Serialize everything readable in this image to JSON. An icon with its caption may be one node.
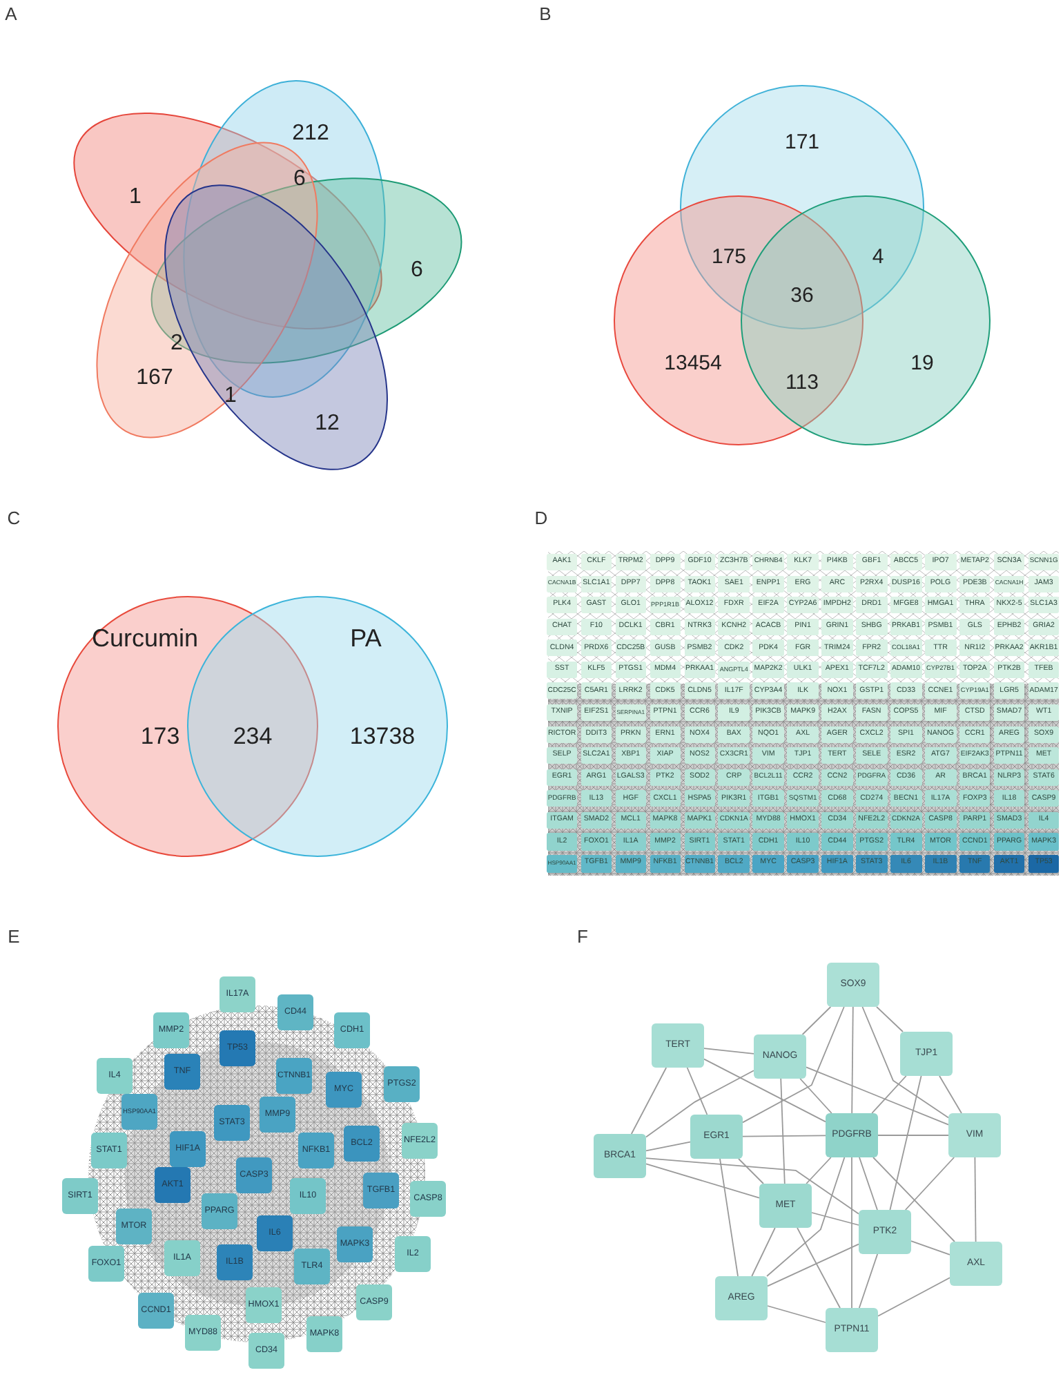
{
  "diagram": {
    "nodes": [
      {
        "text": [
          "AAK1"
        ]
      },
      {
        "text": [
          "CKLF"
        ]
      },
      {
        "text": [
          "TRPM2"
        ]
      },
      {
        "text": [
          "DPP9"
        ]
      },
      {
        "text": [
          "GDF10"
        ]
      },
      {
        "text": [
          "ZC3H7B"
        ]
      },
      {
        "text": [
          "CHRNB4"
        ]
      },
      {
        "text": [
          "KLK7"
        ]
      },
      {
        "text": [
          "PI4KB"
        ]
      },
      {
        "text": [
          "GBF1"
        ]
      },
      {
        "text": [
          "ABCC5"
        ]
      },
      {
        "text": [
          "IPO7"
        ]
      },
      {
        "text": [
          "METAP2"
        ]
      },
      {
        "text": [
          "SCN3A"
        ]
      },
      {
        "text": [
          "SCNN1G"
        ]
      },
      {
        "text": [
          "CACNA1B"
        ]
      },
      {
        "text": [
          "SLC1A1"
        ]
      },
      {
        "text": [
          "DPP7"
        ]
      },
      {
        "text": [
          "DPP8"
        ]
      },
      {
        "text": [
          "TAOK1"
        ]
      },
      {
        "text": [
          "SAE1"
        ]
      },
      {
        "text": [
          "ENPP1"
        ]
      },
      {
        "text": [
          "ERG"
        ]
      },
      {
        "text": [
          "ARC"
        ]
      },
      {
        "text": [
          "P2RX4"
        ]
      },
      {
        "text": [
          "DUSP16"
        ]
      },
      {
        "text": [
          "POLG"
        ]
      },
      {
        "text": [
          "PDE3B"
        ]
      },
      {
        "text": [
          "CACNA1H"
        ]
      },
      {
        "text": [
          "JAM3"
        ]
      },
      {
        "text": [
          "PLK4"
        ]
      },
      {
        "text": [
          "GAST"
        ]
      },
      {
        "text": [
          "GLO1"
        ]
      },
      {
        "text": [
          "PPP1R1B"
        ]
      },
      {
        "text": [
          "ALOX12"
        ]
      },
      {
        "text": [
          "FDXR"
        ]
      },
      {
        "text": [
          "EIF2A"
        ]
      },
      {
        "text": [
          "CYP2A6"
        ]
      },
      {
        "text": [
          "IMPDH2"
        ]
      },
      {
        "text": [
          "DRD1"
        ]
      },
      {
        "text": [
          "MFGE8"
        ]
      },
      {
        "text": [
          "HMGA1"
        ]
      },
      {
        "text": [
          "THRA"
        ]
      },
      {
        "text": [
          "NKX2-5"
        ]
      },
      {
        "text": [
          "SLC1A3"
        ]
      },
      {
        "text": [
          "CHAT"
        ]
      },
      {
        "text": [
          "F10"
        ]
      },
      {
        "text": [
          "DCLK1"
        ]
      },
      {
        "text": [
          "CBR1"
        ]
      },
      {
        "text": [
          "NTRK3"
        ]
      },
      {
        "text": [
          "KCNH2"
        ]
      },
      {
        "text": [
          "ACACB"
        ]
      },
      {
        "text": [
          "PIN1"
        ]
      },
      {
        "text": [
          "GRIN1"
        ]
      },
      {
        "text": [
          "SHBG"
        ]
      },
      {
        "text": [
          "PRKAB1"
        ]
      },
      {
        "text": [
          "PSMB1"
        ]
      },
      {
        "text": [
          "GLS"
        ]
      },
      {
        "text": [
          "EPHB2"
        ]
      },
      {
        "text": [
          "GRIA2"
        ]
      },
      {
        "text": [
          "CLDN4"
        ]
      },
      {
        "text": [
          "PRDX6"
        ]
      },
      {
        "text": [
          "CDC25B"
        ]
      },
      {
        "text": [
          "GUSB"
        ]
      },
      {
        "text": [
          "PSMB2"
        ]
      },
      {
        "text": [
          "CDK2"
        ]
      },
      {
        "text": [
          "PDK4"
        ]
      },
      {
        "text": [
          "FGR"
        ]
      },
      {
        "text": [
          "TRIM24"
        ]
      },
      {
        "text": [
          "FPR2"
        ]
      },
      {
        "text": [
          "COL18A1"
        ]
      },
      {
        "text": [
          "TTR"
        ]
      },
      {
        "text": [
          "NR1I2"
        ]
      },
      {
        "text": [
          "PRKAA2"
        ]
      },
      {
        "text": [
          "AKR1B1"
        ]
      },
      {
        "text": [
          "SST"
        ]
      },
      {
        "text": [
          "KLF5"
        ]
      },
      {
        "text": [
          "PTGS1"
        ]
      },
      {
        "text": [
          "MDM4"
        ]
      },
      {
        "text": [
          "PRKAA1"
        ]
      },
      {
        "text": [
          "ANGPTL4"
        ]
      },
      {
        "text": [
          "MAP2K2"
        ]
      },
      {
        "text": [
          "ULK1"
        ]
      },
      {
        "text": [
          "APEX1"
        ]
      },
      {
        "text": [
          "TCF7L2"
        ]
      },
      {
        "text": [
          "ADAM10"
        ]
      },
      {
        "text": [
          "CYP27B1"
        ]
      },
      {
        "text": [
          "TOP2A"
        ]
      },
      {
        "text": [
          "PTK2B"
        ]
      },
      {
        "text": [
          "TFEB"
        ]
      },
      {
        "text": [
          "CDC25C"
        ]
      },
      {
        "text": [
          "C5AR1"
        ]
      },
      {
        "text": [
          "LRRK2"
        ]
      },
      {
        "text": [
          "CDK5"
        ]
      },
      {
        "text": [
          "CLDN5"
        ]
      },
      {
        "text": [
          "IL17F"
        ]
      },
      {
        "text": [
          "CYP3A4"
        ]
      },
      {
        "text": [
          "ILK"
        ]
      },
      {
        "text": [
          "NOX1"
        ]
      },
      {
        "text": [
          "GSTP1"
        ]
      },
      {
        "text": [
          "CD33"
        ]
      },
      {
        "text": [
          "CCNE1"
        ]
      },
      {
        "text": [
          "CYP19A1"
        ]
      },
      {
        "text": [
          "LGR5"
        ]
      },
      {
        "text": [
          "ADAM17"
        ]
      },
      {
        "text": [
          "TXNIP"
        ]
      },
      {
        "text": [
          "EIF2S1"
        ]
      },
      {
        "text": [
          "SERPINA1"
        ]
      },
      {
        "text": [
          "PTPN1"
        ]
      },
      {
        "text": [
          "CCR6"
        ]
      },
      {
        "text": [
          "IL9"
        ]
      },
      {
        "text": [
          "PIK3CB"
        ]
      },
      {
        "text": [
          "MAPK9"
        ]
      },
      {
        "text": [
          "H2AX"
        ]
      },
      {
        "text": [
          "FASN"
        ]
      },
      {
        "text": [
          "COPS5"
        ]
      },
      {
        "text": [
          "MIF"
        ]
      },
      {
        "text": [
          "CTSD"
        ]
      },
      {
        "text": [
          "SMAD7"
        ]
      },
      {
        "text": [
          "WT1"
        ]
      },
      {
        "text": [
          "RICTOR"
        ]
      },
      {
        "text": [
          "DDIT3"
        ]
      },
      {
        "text": [
          "PRKN"
        ]
      },
      {
        "text": [
          "ERN1"
        ]
      },
      {
        "text": [
          "NOX4"
        ]
      },
      {
        "text": [
          "BAX"
        ]
      },
      {
        "text": [
          "NQO1"
        ]
      },
      {
        "text": [
          "AXL"
        ]
      },
      {
        "text": [
          "AGER"
        ]
      },
      {
        "text": [
          "CXCL2"
        ]
      },
      {
        "text": [
          "SPI1"
        ]
      },
      {
        "text": [
          "NANOG"
        ]
      },
      {
        "text": [
          "CCR1"
        ]
      },
      {
        "text": [
          "AREG"
        ]
      },
      {
        "text": [
          "SOX9"
        ]
      },
      {
        "text": [
          "SELP"
        ]
      },
      {
        "text": [
          "SLC2A1"
        ]
      },
      {
        "text": [
          "XBP1"
        ]
      },
      {
        "text": [
          "XIAP"
        ]
      },
      {
        "text": [
          "NOS2"
        ]
      },
      {
        "text": [
          "CX3CR1"
        ]
      },
      {
        "text": [
          "VIM"
        ]
      },
      {
        "text": [
          "TJP1"
        ]
      },
      {
        "text": [
          "TERT"
        ]
      },
      {
        "text": [
          "SELE"
        ]
      },
      {
        "text": [
          "ESR2"
        ]
      },
      {
        "text": [
          "ATG7"
        ]
      },
      {
        "text": [
          "EIF2AK3"
        ]
      },
      {
        "text": [
          "PTPN11"
        ]
      },
      {
        "text": [
          "MET"
        ]
      },
      {
        "text": [
          "EGR1"
        ]
      },
      {
        "text": [
          "ARG1"
        ]
      },
      {
        "text": [
          "LGALS3"
        ]
      },
      {
        "text": [
          "PTK2"
        ]
      },
      {
        "text": [
          "SOD2"
        ]
      },
      {
        "text": [
          "CRP"
        ]
      },
      {
        "text": [
          "BCL2L11"
        ]
      },
      {
        "text": [
          "CCR2"
        ]
      },
      {
        "text": [
          "CCN2"
        ]
      },
      {
        "text": [
          "PDGFRA"
        ]
      },
      {
        "text": [
          "CD36"
        ]
      },
      {
        "text": [
          "AR"
        ]
      },
      {
        "text": [
          "BRCA1"
        ]
      },
      {
        "text": [
          "NLRP3"
        ]
      },
      {
        "text": [
          "STAT6"
        ]
      },
      {
        "text": [
          "PDGFRB"
        ]
      },
      {
        "text": [
          "IL13"
        ]
      },
      {
        "text": [
          "HGF"
        ]
      },
      {
        "text": [
          "CXCL1"
        ]
      },
      {
        "text": [
          "HSPA5"
        ]
      },
      {
        "text": [
          "PIK3R1"
        ]
      },
      {
        "text": [
          "ITGB1"
        ]
      },
      {
        "text": [
          "SQSTM1"
        ]
      },
      {
        "text": [
          "CD68"
        ]
      },
      {
        "text": [
          "CD274"
        ]
      },
      {
        "text": [
          "BECN1"
        ]
      },
      {
        "text": [
          "IL17A"
        ]
      },
      {
        "text": [
          "FOXP3"
        ]
      },
      {
        "text": [
          "IL18"
        ]
      },
      {
        "text": [
          "CASP9"
        ]
      },
      {
        "text": [
          "ITGAM"
        ]
      },
      {
        "text": [
          "SMAD2"
        ]
      },
      {
        "text": [
          "MCL1"
        ]
      },
      {
        "text": [
          "MAPK8"
        ]
      },
      {
        "text": [
          "MAPK1"
        ]
      },
      {
        "text": [
          "CDKN1A"
        ]
      },
      {
        "text": [
          "MYD88"
        ]
      },
      {
        "text": [
          "HMOX1"
        ]
      },
      {
        "text": [
          "CD34"
        ]
      },
      {
        "text": [
          "NFE2L2"
        ]
      },
      {
        "text": [
          "CDKN2A"
        ]
      },
      {
        "text": [
          "CASP8"
        ]
      },
      {
        "text": [
          "PARP1"
        ]
      },
      {
        "text": [
          "SMAD3"
        ]
      },
      {
        "text": [
          "IL4"
        ]
      },
      {
        "text": [
          "IL2"
        ]
      },
      {
        "text": [
          "FOXO1"
        ]
      },
      {
        "text": [
          "IL1A"
        ]
      },
      {
        "text": [
          "MMP2"
        ]
      },
      {
        "text": [
          "SIRT1"
        ]
      },
      {
        "text": [
          "STAT1"
        ]
      },
      {
        "text": [
          "CDH1"
        ]
      },
      {
        "text": [
          "IL10"
        ]
      },
      {
        "text": [
          "CD44"
        ]
      },
      {
        "text": [
          "PTGS2"
        ]
      },
      {
        "text": [
          "TLR4"
        ]
      },
      {
        "text": [
          "MTOR"
        ]
      },
      {
        "text": [
          "CCND1"
        ]
      },
      {
        "text": [
          "PPARG"
        ]
      },
      {
        "text": [
          "MAPK3"
        ]
      },
      {
        "text": [
          "HSP90AA1"
        ]
      },
      {
        "text": [
          "TGFB1"
        ]
      },
      {
        "text": [
          "MMP9"
        ]
      },
      {
        "text": [
          "NFKB1"
        ]
      },
      {
        "text": [
          "CTNNB1"
        ]
      },
      {
        "text": [
          "BCL2"
        ]
      },
      {
        "text": [
          "MYC"
        ]
      },
      {
        "text": [
          "CASP3"
        ]
      },
      {
        "text": [
          "HIF1A"
        ]
      },
      {
        "text": [
          "STAT3"
        ]
      },
      {
        "text": [
          "IL6"
        ]
      },
      {
        "text": [
          "IL1B"
        ]
      },
      {
        "text": [
          "TNF"
        ]
      },
      {
        "text": [
          "AKT1"
        ]
      },
      {
        "text": [
          "TP53"
        ]
      },
      {
        "text": [
          "IL17A"
        ]
      },
      {
        "text": [
          "CD44"
        ]
      },
      {
        "text": [
          "CDH1"
        ]
      },
      {
        "text": [
          "MMP2"
        ]
      },
      {
        "text": [
          "TP53"
        ]
      },
      {
        "text": [
          "TNF"
        ]
      },
      {
        "text": [
          "CTNNB1"
        ]
      },
      {
        "text": [
          "MYC"
        ]
      },
      {
        "text": [
          "PTGS2"
        ]
      },
      {
        "text": [
          "IL4"
        ]
      },
      {
        "text": [
          "HSP90AA1"
        ]
      },
      {
        "text": [
          "STAT3"
        ]
      },
      {
        "text": [
          "MMP9"
        ]
      },
      {
        "text": [
          "NFKB1"
        ]
      },
      {
        "text": [
          "BCL2"
        ]
      },
      {
        "text": [
          "NFE2L2"
        ]
      },
      {
        "text": [
          "STAT1"
        ]
      },
      {
        "text": [
          "HIF1A"
        ]
      },
      {
        "text": [
          "CASP3"
        ]
      },
      {
        "text": [
          "SIRT1"
        ]
      },
      {
        "text": [
          "AKT1"
        ]
      },
      {
        "text": [
          "IL10"
        ]
      },
      {
        "text": [
          "TGFB1"
        ]
      },
      {
        "text": [
          "CASP8"
        ]
      },
      {
        "text": [
          "PPARG"
        ]
      },
      {
        "text": [
          "MTOR"
        ]
      },
      {
        "text": [
          "IL6"
        ]
      },
      {
        "text": [
          "MAPK3"
        ]
      },
      {
        "text": [
          "IL2"
        ]
      },
      {
        "text": [
          "FOXO1"
        ]
      },
      {
        "text": [
          "IL1A"
        ]
      },
      {
        "text": [
          "IL1B"
        ]
      },
      {
        "text": [
          "TLR4"
        ]
      },
      {
        "text": [
          "CCND1"
        ]
      },
      {
        "text": [
          "HMOX1"
        ]
      },
      {
        "text": [
          "CASP9"
        ]
      },
      {
        "text": [
          "MYD88"
        ]
      },
      {
        "text": [
          "CD34"
        ]
      },
      {
        "text": [
          "MAPK8"
        ]
      },
      {
        "text": [
          "SOX9"
        ]
      },
      {
        "text": [
          "TERT"
        ]
      },
      {
        "text": [
          "NANOG"
        ]
      },
      {
        "text": [
          "TJP1"
        ]
      },
      {
        "text": [
          "BRCA1"
        ]
      },
      {
        "text": [
          "EGR1"
        ]
      },
      {
        "text": [
          "PDGFRB"
        ]
      },
      {
        "text": [
          "VIM"
        ]
      },
      {
        "text": [
          "MET"
        ]
      },
      {
        "text": [
          "PTK2"
        ]
      },
      {
        "text": [
          "AXL"
        ]
      },
      {
        "text": [
          "AREG"
        ]
      },
      {
        "text": [
          "PTPN11"
        ]
      }
    ],
    "edges": [
      {
        "from": 264,
        "to": 266,
        "arrow": "none"
      },
      {
        "from": 264,
        "to": 269,
        "arrow": "none"
      },
      {
        "from": 264,
        "to": 270,
        "arrow": "none"
      },
      {
        "from": 264,
        "to": 267,
        "arrow": "none"
      },
      {
        "from": 264,
        "to": 271,
        "arrow": "none"
      },
      {
        "from": 265,
        "to": 266,
        "arrow": "none"
      },
      {
        "from": 265,
        "to": 270,
        "arrow": "none"
      },
      {
        "from": 265,
        "to": 268,
        "arrow": "none"
      },
      {
        "from": 265,
        "to": 269,
        "arrow": "none"
      },
      {
        "from": 266,
        "to": 268,
        "arrow": "none"
      },
      {
        "from": 266,
        "to": 272,
        "arrow": "none"
      },
      {
        "from": 266,
        "to": 270,
        "arrow": "none"
      },
      {
        "from": 266,
        "to": 271,
        "arrow": "none"
      },
      {
        "from": 267,
        "to": 270,
        "arrow": "none"
      },
      {
        "from": 267,
        "to": 273,
        "arrow": "none"
      },
      {
        "from": 267,
        "to": 271,
        "arrow": "none"
      },
      {
        "from": 268,
        "to": 269,
        "arrow": "none"
      },
      {
        "from": 268,
        "to": 272,
        "arrow": "none"
      },
      {
        "from": 268,
        "to": 273,
        "arrow": "none"
      },
      {
        "from": 269,
        "to": 270,
        "arrow": "none"
      },
      {
        "from": 269,
        "to": 272,
        "arrow": "none"
      },
      {
        "from": 269,
        "to": 275,
        "arrow": "none"
      },
      {
        "from": 270,
        "to": 271,
        "arrow": "none"
      },
      {
        "from": 270,
        "to": 272,
        "arrow": "none"
      },
      {
        "from": 270,
        "to": 275,
        "arrow": "none"
      },
      {
        "from": 270,
        "to": 273,
        "arrow": "none"
      },
      {
        "from": 270,
        "to": 274,
        "arrow": "none"
      },
      {
        "from": 270,
        "to": 276,
        "arrow": "none"
      },
      {
        "from": 272,
        "to": 273,
        "arrow": "none"
      },
      {
        "from": 272,
        "to": 276,
        "arrow": "none"
      },
      {
        "from": 272,
        "to": 275,
        "arrow": "none"
      },
      {
        "from": 273,
        "to": 271,
        "arrow": "none"
      },
      {
        "from": 273,
        "to": 275,
        "arrow": "none"
      },
      {
        "from": 273,
        "to": 276,
        "arrow": "none"
      },
      {
        "from": 273,
        "to": 274,
        "arrow": "none"
      },
      {
        "from": 271,
        "to": 274,
        "arrow": "none"
      },
      {
        "from": 274,
        "to": 276,
        "arrow": "none"
      },
      {
        "from": 275,
        "to": 276,
        "arrow": "none"
      }
    ],
    "labels": [
      "A",
      "1",
      "212",
      "6",
      "6",
      "2",
      "167",
      "1",
      "12",
      "B",
      "171",
      "175",
      "4",
      "36",
      "13454",
      "113",
      "19",
      "C",
      "Curcumin",
      "PA",
      "173",
      "234",
      "13738",
      "D",
      "E",
      "F"
    ]
  }
}
